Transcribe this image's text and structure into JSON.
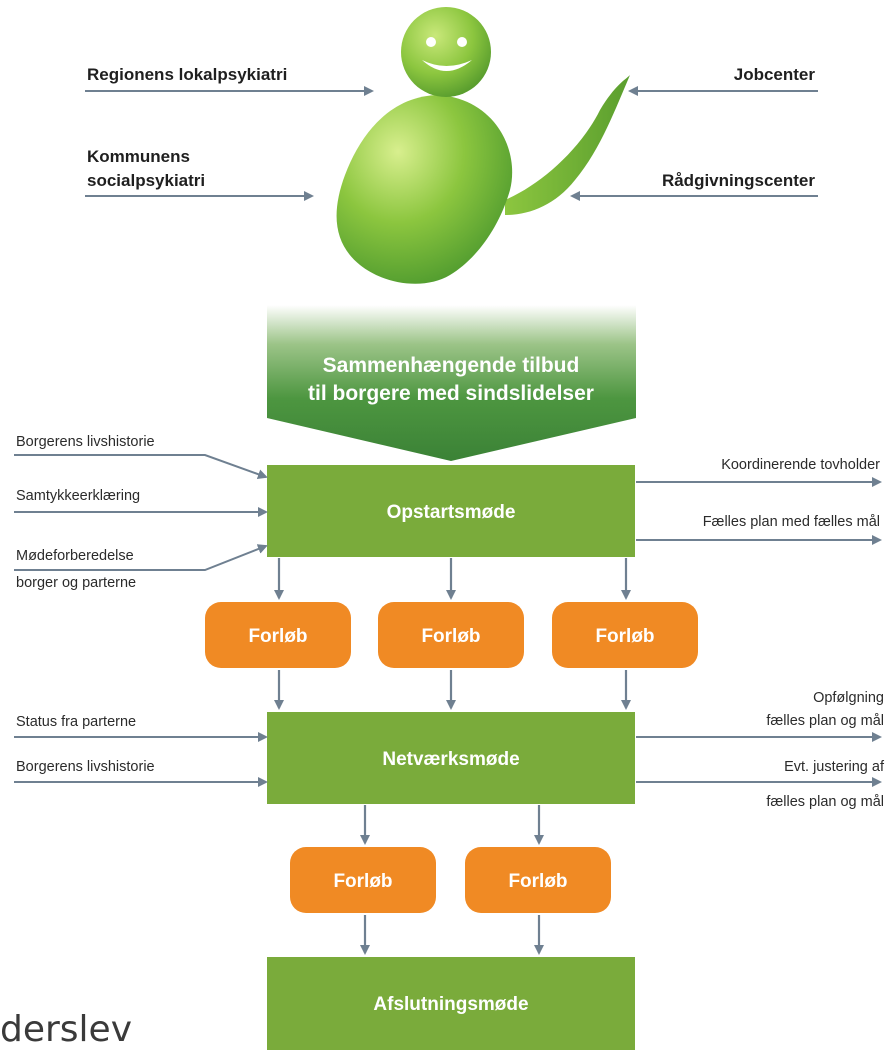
{
  "top_inputs": {
    "regionens": "Regionens lokalpsykiatri",
    "kommunens_line1": "Kommunens",
    "kommunens_line2": "socialpsykiatri",
    "jobcenter": "Jobcenter",
    "raadgivning": "Rådgivningscenter"
  },
  "main_banner": {
    "line1": "Sammenhængende tilbud",
    "line2": "til borgere med sindslidelser"
  },
  "opstart": {
    "title": "Opstartsmøde",
    "inputs": [
      "Borgerens livshistorie",
      "Samtykkeerklæring",
      "Mødeforberedelse",
      "borger og parterne"
    ],
    "outputs": [
      "Koordinerende tovholder",
      "Fælles plan med fælles mål"
    ]
  },
  "forloeb_row1": [
    "Forløb",
    "Forløb",
    "Forløb"
  ],
  "netvaerk": {
    "title": "Netværksmøde",
    "inputs": [
      "Status fra parterne",
      "Borgerens livshistorie"
    ],
    "outputs": [
      "Opfølgning",
      "fælles plan og mål",
      "Evt. justering af",
      "fælles plan og mål"
    ]
  },
  "forloeb_row2": [
    "Forløb",
    "Forløb"
  ],
  "afslutning": {
    "title": "Afslutningsmøde"
  },
  "watermark": "derslev",
  "colors": {
    "green_box": "#7aab3b",
    "banner_green_dark": "#3f8a3a",
    "orange": "#f08a24",
    "arrow_grey": "#6f8091",
    "figure_green": "#8cc63f"
  }
}
